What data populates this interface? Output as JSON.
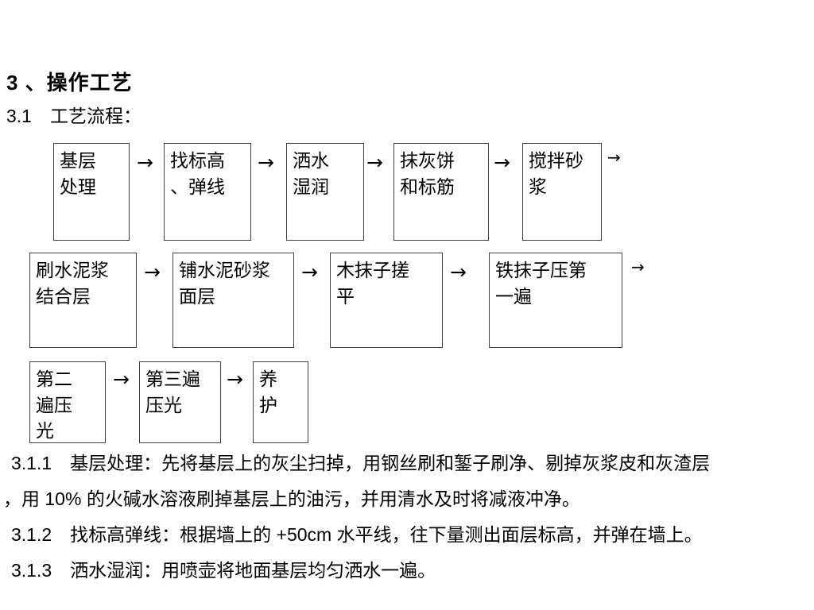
{
  "page": {
    "title": "3 、操作工艺",
    "subtitle": "3.1　工艺流程："
  },
  "flowchart": {
    "arrow": "→",
    "rows": [
      {
        "boxes": [
          "基层\n处理",
          "找标高\n、弹线",
          "洒水\n湿润",
          "抹灰饼\n和标筋",
          "搅拌砂\n浆"
        ],
        "trailing_arrow": "→"
      },
      {
        "boxes": [
          "刷水泥浆\n结合层",
          "铺水泥砂浆\n面层",
          "木抹子搓\n平",
          "铁抹子压第\n一遍"
        ],
        "trailing_arrow": "→"
      },
      {
        "boxes": [
          "第二\n遍压\n光",
          "第三遍\n压光",
          "养\n护"
        ]
      }
    ]
  },
  "body": {
    "lines": [
      "3.1.1　基层处理：先将基层上的灰尘扫掉，用钢丝刷和錾子刷净、剔掉灰浆皮和灰渣层",
      "，用 10% 的火碱水溶液刷掉基层上的油污，并用清水及时将减液冲净。",
      "3.1.2　找标高弹线：根据墙上的 +50cm 水平线，往下量测出面层标高，并弹在墙上。",
      "3.1.3　洒水湿润：用喷壶将地面基层均匀洒水一遍。"
    ]
  },
  "colors": {
    "text": "#000000",
    "box_border": "#3f3f3f",
    "background": "#ffffff"
  }
}
